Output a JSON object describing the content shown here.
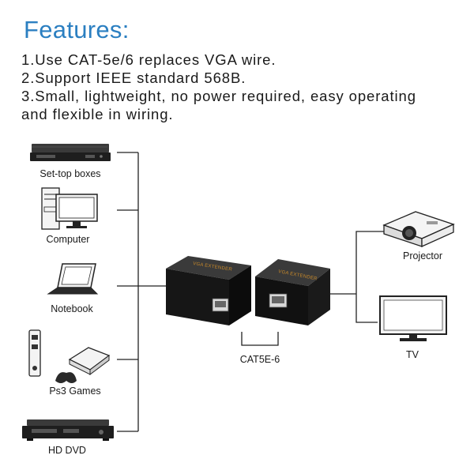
{
  "header": {
    "title": "Features:",
    "features": [
      "1.Use CAT-5e/6 replaces VGA wire.",
      "2.Support IEEE standard 568B.",
      "3.Small, lightweight, no power required, easy operating",
      "and flexible in wiring."
    ]
  },
  "diagram": {
    "sources": [
      {
        "label": "Set-top boxes",
        "icon": "set-top-box-icon"
      },
      {
        "label": "Computer",
        "icon": "desktop-computer-icon"
      },
      {
        "label": "Notebook",
        "icon": "laptop-icon"
      },
      {
        "label": "Ps3 Games",
        "icon": "game-console-icon"
      },
      {
        "label": "HD DVD",
        "icon": "dvd-player-icon"
      }
    ],
    "transmitter_text": "VGA EXTENDER",
    "receiver_text": "VGA EXTENDER",
    "cable_label": "CAT5E-6",
    "outputs": [
      {
        "label": "Projector",
        "icon": "projector-icon"
      },
      {
        "label": "TV",
        "icon": "tv-icon"
      }
    ]
  }
}
